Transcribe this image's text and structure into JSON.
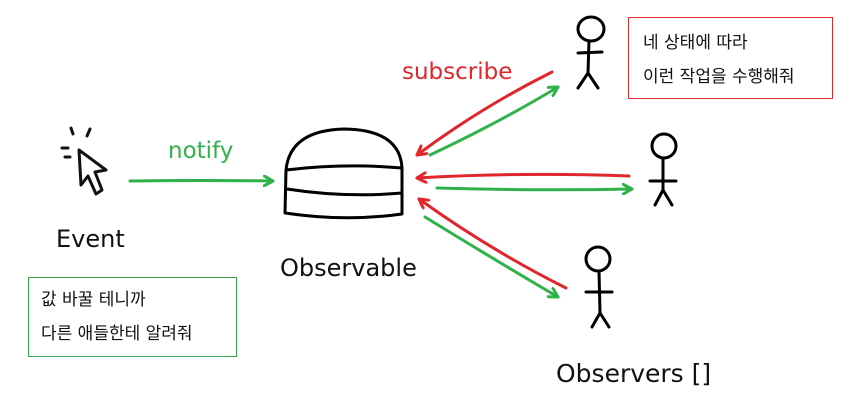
{
  "labels": {
    "event": "Event",
    "observable": "Observable",
    "observers": "Observers []",
    "notify": "notify",
    "subscribe": "subscribe"
  },
  "notes": {
    "event_note": [
      "값 바꿀 테니까",
      "다른 애들한테 알려줘"
    ],
    "observer_note": [
      "네 상태에 따라",
      "이런 작업을 수행해줘"
    ]
  },
  "colors": {
    "notify": "#2fb24a",
    "subscribe": "#e0262b",
    "ink": "#111111",
    "event_note_border": "#3aa34a",
    "observer_note_border": "#d92e2e"
  },
  "icons": [
    "cursor-click-icon",
    "stick-figure-icon"
  ]
}
